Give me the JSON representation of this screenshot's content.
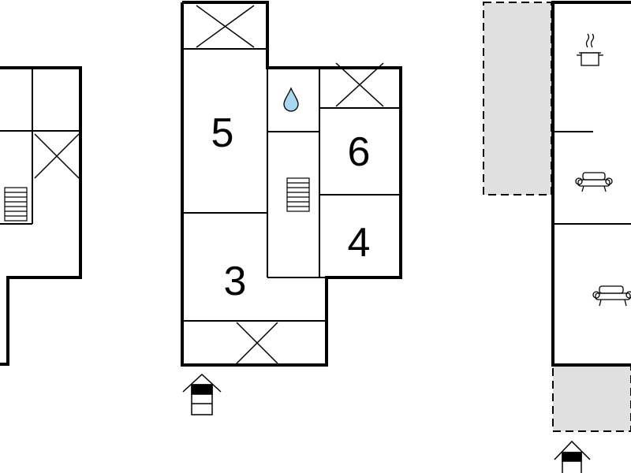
{
  "floorplan": {
    "rooms": [
      {
        "id": "room-5",
        "label": "5"
      },
      {
        "id": "room-6",
        "label": "6"
      },
      {
        "id": "room-4",
        "label": "4"
      },
      {
        "id": "room-3",
        "label": "3"
      }
    ],
    "icons": [
      "stairs-icon",
      "water-drop-icon",
      "cooking-pot-icon",
      "sofa-icon",
      "entrance-arrow-icon"
    ],
    "colors": {
      "wall": "#000000",
      "outdoor_area": "#e0e0e0",
      "water_drop": "#a8d8f0"
    }
  }
}
